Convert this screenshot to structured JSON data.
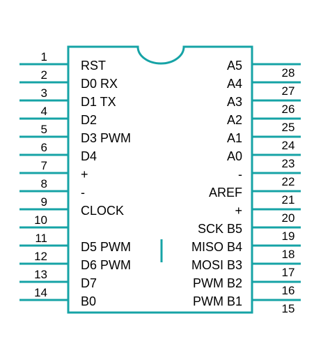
{
  "colors": {
    "outline": "#16a3a6",
    "text": "#000000",
    "background": "#ffffff"
  },
  "left_pins": [
    {
      "number": "1",
      "label": "RST"
    },
    {
      "number": "2",
      "label": "D0 RX"
    },
    {
      "number": "3",
      "label": "D1 TX"
    },
    {
      "number": "4",
      "label": "D2"
    },
    {
      "number": "5",
      "label": "D3 PWM"
    },
    {
      "number": "6",
      "label": "D4"
    },
    {
      "number": "7",
      "label": "+"
    },
    {
      "number": "8",
      "label": "-"
    },
    {
      "number": "9",
      "label": "CLOCK"
    },
    {
      "number": "10",
      "label": ""
    },
    {
      "number": "11",
      "label": "D5 PWM"
    },
    {
      "number": "12",
      "label": "D6 PWM"
    },
    {
      "number": "13",
      "label": "D7"
    },
    {
      "number": "14",
      "label": "B0"
    }
  ],
  "right_pins": [
    {
      "number": "28",
      "label": "A5"
    },
    {
      "number": "27",
      "label": "A4"
    },
    {
      "number": "26",
      "label": "A3"
    },
    {
      "number": "25",
      "label": "A2"
    },
    {
      "number": "24",
      "label": "A1"
    },
    {
      "number": "23",
      "label": "A0"
    },
    {
      "number": "22",
      "label": "-"
    },
    {
      "number": "21",
      "label": "AREF"
    },
    {
      "number": "20",
      "label": "+"
    },
    {
      "number": "19",
      "label": "SCK B5"
    },
    {
      "number": "18",
      "label": "MISO B4"
    },
    {
      "number": "17",
      "label": "MOSI B3"
    },
    {
      "number": "16",
      "label": "PWM B2"
    },
    {
      "number": "15",
      "label": "PWM B1"
    }
  ]
}
